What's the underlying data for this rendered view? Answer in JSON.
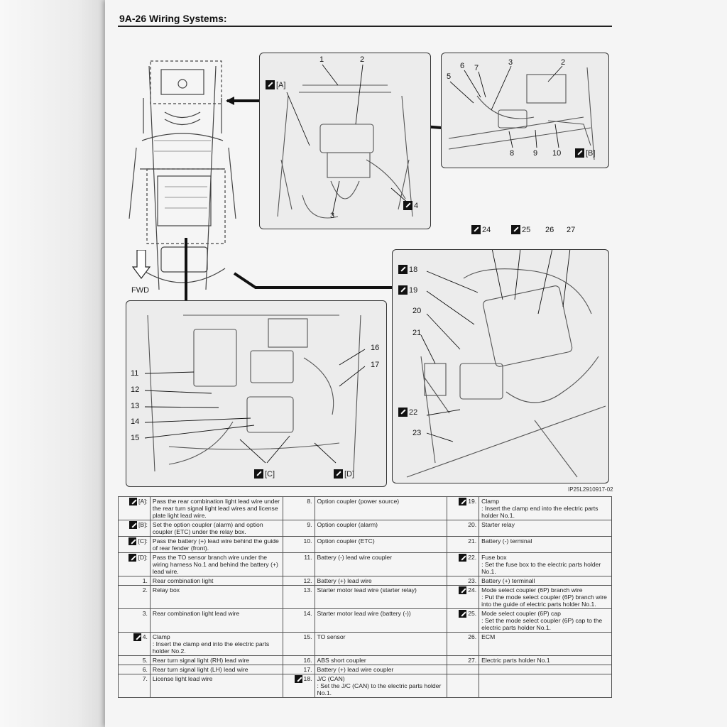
{
  "header": {
    "title": "9A-26  Wiring Systems:"
  },
  "figure": {
    "fwd_label": "FWD",
    "figure_id": "IP25L2910917-02",
    "view_labels": {
      "a": "[A]",
      "b": "[B]",
      "c": "[C]",
      "d": "[D]"
    }
  },
  "legend": {
    "rows": [
      [
        {
          "num": "[A]:",
          "pen": true,
          "text": "Pass the rear combination light lead wire under the rear turn signal light lead wires and license plate light lead wire."
        },
        {
          "num": "8.",
          "pen": false,
          "text": "Option coupler (power source)"
        },
        {
          "num": "19.",
          "pen": true,
          "text": "Clamp\n: Insert the clamp end into the electric parts holder No.1."
        }
      ],
      [
        {
          "num": "[B]:",
          "pen": true,
          "text": "Set the option coupler (alarm) and option coupler (ETC) under the relay box."
        },
        {
          "num": "9.",
          "pen": false,
          "text": "Option coupler (alarm)"
        },
        {
          "num": "20.",
          "pen": false,
          "text": "Starter relay"
        }
      ],
      [
        {
          "num": "[C]:",
          "pen": true,
          "text": "Pass the battery (+) lead wire behind the guide of rear fender (front)."
        },
        {
          "num": "10.",
          "pen": false,
          "text": "Option coupler (ETC)"
        },
        {
          "num": "21.",
          "pen": false,
          "text": "Battery (-) terminal"
        }
      ],
      [
        {
          "num": "[D]:",
          "pen": true,
          "text": "Pass the TO sensor branch wire under the wiring harness No.1 and behind the battery (+) lead wire."
        },
        {
          "num": "11.",
          "pen": false,
          "text": "Battery (-) lead wire coupler"
        },
        {
          "num": "22.",
          "pen": true,
          "text": "Fuse box\n: Set the fuse box to the electric parts holder No.1."
        }
      ],
      [
        {
          "num": "1.",
          "pen": false,
          "text": "Rear combination light"
        },
        {
          "num": "12.",
          "pen": false,
          "text": "Battery (+) lead wire"
        },
        {
          "num": "23.",
          "pen": false,
          "text": "Battery (+) terminall"
        }
      ],
      [
        {
          "num": "2.",
          "pen": false,
          "text": "Relay box"
        },
        {
          "num": "13.",
          "pen": false,
          "text": "Starter motor lead wire (starter relay)"
        },
        {
          "num": "24.",
          "pen": true,
          "text": "Mode select coupler (6P) branch wire\n: Put the mode select coupler (6P) branch wire into the guide of electric parts holder No.1."
        }
      ],
      [
        {
          "num": "3.",
          "pen": false,
          "text": "Rear combination light lead wire"
        },
        {
          "num": "14.",
          "pen": false,
          "text": "Starter motor lead wire (battery (-))"
        },
        {
          "num": "25.",
          "pen": true,
          "text": "Mode select coupler (6P) cap\n: Set the mode select coupler (6P) cap to the electric parts holder No.1."
        }
      ],
      [
        {
          "num": "4.",
          "pen": true,
          "text": "Clamp\n: Insert the clamp end into the electric parts holder No.2."
        },
        {
          "num": "15.",
          "pen": false,
          "text": "TO sensor"
        },
        {
          "num": "26.",
          "pen": false,
          "text": "ECM"
        }
      ],
      [
        {
          "num": "5.",
          "pen": false,
          "text": "Rear turn signal light (RH) lead wire"
        },
        {
          "num": "16.",
          "pen": false,
          "text": "ABS short coupler"
        },
        {
          "num": "27.",
          "pen": false,
          "text": "Electric parts holder No.1"
        }
      ],
      [
        {
          "num": "6.",
          "pen": false,
          "text": "Rear turn signal light (LH) lead wire"
        },
        {
          "num": "17.",
          "pen": false,
          "text": "Battery (+) lead wire coupler"
        },
        {
          "num": "",
          "pen": false,
          "text": ""
        }
      ],
      [
        {
          "num": "7.",
          "pen": false,
          "text": "License light lead wire"
        },
        {
          "num": "18.",
          "pen": true,
          "text": "J/C (CAN)\n: Set the J/C (CAN) to the electric parts holder No.1."
        },
        {
          "num": "",
          "pen": false,
          "text": ""
        }
      ]
    ]
  }
}
